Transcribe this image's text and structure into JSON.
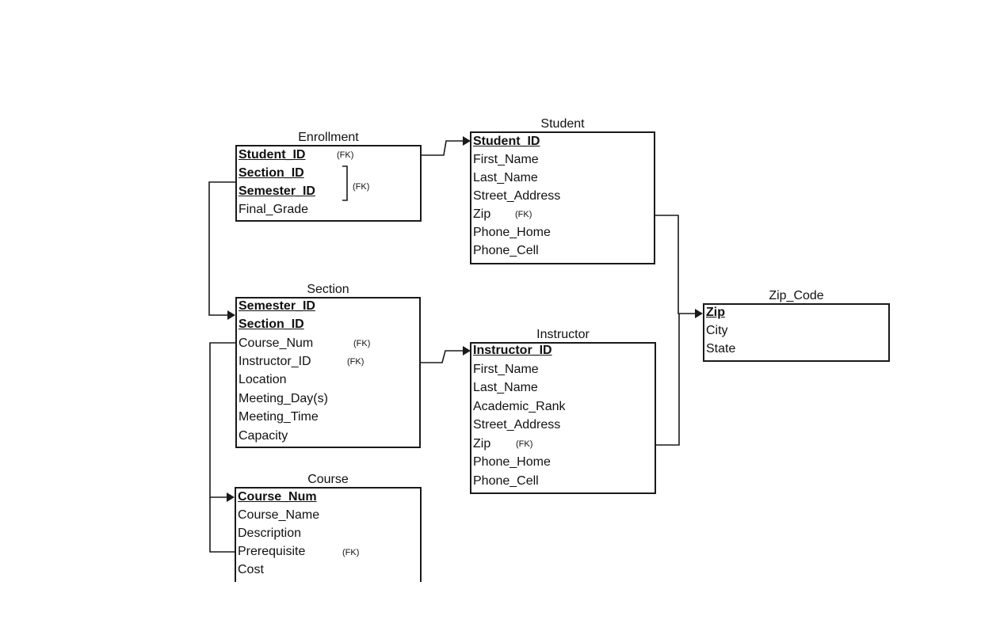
{
  "fk_label": "(FK)",
  "entities": {
    "enrollment": {
      "title": "Enrollment",
      "attributes": [
        {
          "name": "Student_ID",
          "pk": true,
          "fk": true
        },
        {
          "name": "Section_ID",
          "pk": true,
          "fk": false
        },
        {
          "name": "Semester_ID",
          "pk": true,
          "fk": false
        },
        {
          "name": "Final_Grade",
          "pk": false,
          "fk": false
        }
      ],
      "group_fk": "(FK)"
    },
    "student": {
      "title": "Student",
      "attributes": [
        {
          "name": "Student_ID",
          "pk": true,
          "fk": false
        },
        {
          "name": "First_Name",
          "pk": false,
          "fk": false
        },
        {
          "name": "Last_Name",
          "pk": false,
          "fk": false
        },
        {
          "name": "Street_Address",
          "pk": false,
          "fk": false
        },
        {
          "name": "Zip",
          "pk": false,
          "fk": true
        },
        {
          "name": "Phone_Home",
          "pk": false,
          "fk": false
        },
        {
          "name": "Phone_Cell",
          "pk": false,
          "fk": false
        }
      ]
    },
    "section": {
      "title": "Section",
      "attributes": [
        {
          "name": "Semester_ID",
          "pk": true,
          "fk": false
        },
        {
          "name": "Section_ID",
          "pk": true,
          "fk": false
        },
        {
          "name": "Course_Num",
          "pk": false,
          "fk": true
        },
        {
          "name": "Instructor_ID",
          "pk": false,
          "fk": true
        },
        {
          "name": "Location",
          "pk": false,
          "fk": false
        },
        {
          "name": "Meeting_Day(s)",
          "pk": false,
          "fk": false
        },
        {
          "name": "Meeting_Time",
          "pk": false,
          "fk": false
        },
        {
          "name": "Capacity",
          "pk": false,
          "fk": false
        }
      ]
    },
    "instructor": {
      "title": "Instructor",
      "attributes": [
        {
          "name": "Instructor_ID",
          "pk": true,
          "fk": false
        },
        {
          "name": "First_Name",
          "pk": false,
          "fk": false
        },
        {
          "name": "Last_Name",
          "pk": false,
          "fk": false
        },
        {
          "name": "Academic_Rank",
          "pk": false,
          "fk": false
        },
        {
          "name": "Street_Address",
          "pk": false,
          "fk": false
        },
        {
          "name": "Zip",
          "pk": false,
          "fk": true
        },
        {
          "name": "Phone_Home",
          "pk": false,
          "fk": false
        },
        {
          "name": "Phone_Cell",
          "pk": false,
          "fk": false
        }
      ]
    },
    "course": {
      "title": "Course",
      "attributes": [
        {
          "name": "Course_Num",
          "pk": true,
          "fk": false
        },
        {
          "name": "Course_Name",
          "pk": false,
          "fk": false
        },
        {
          "name": "Description",
          "pk": false,
          "fk": false
        },
        {
          "name": "Prerequisite",
          "pk": false,
          "fk": true
        },
        {
          "name": "Cost",
          "pk": false,
          "fk": false
        }
      ]
    },
    "zip_code": {
      "title": "Zip_Code",
      "attributes": [
        {
          "name": "Zip",
          "pk": true,
          "fk": false
        },
        {
          "name": "City",
          "pk": false,
          "fk": false
        },
        {
          "name": "State",
          "pk": false,
          "fk": false
        }
      ]
    }
  },
  "line_color": "#1a1a1a"
}
